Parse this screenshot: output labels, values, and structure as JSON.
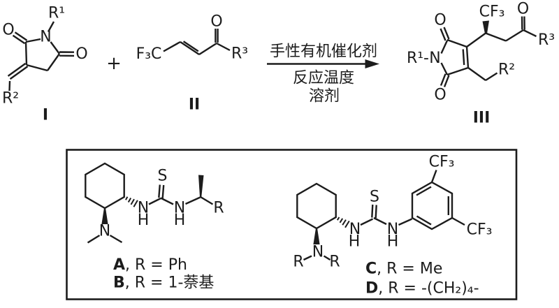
{
  "ink_color": "#1c1c1c",
  "background_color": "#ffffff",
  "reaction": {
    "plus": "+",
    "arrow": {
      "above": "手性有机催化剂",
      "below_line1": "反应温度",
      "below_line2": "溶剂"
    },
    "compound_I": {
      "label": "I",
      "atoms": {
        "o_left": "O",
        "o_right": "O",
        "n": "N",
        "r1": "R¹",
        "r2": "R²"
      }
    },
    "compound_II": {
      "label": "II",
      "atoms": {
        "f3c": "F₃C",
        "o": "O",
        "r3": "R³"
      }
    },
    "compound_III": {
      "label": "III",
      "atoms": {
        "r1": "R¹-",
        "n": "N",
        "o_top": "O",
        "o_bottom": "O",
        "cf3": "CF₃",
        "o_ketone": "O",
        "r3": "R³",
        "r2": "R²"
      }
    }
  },
  "catalyst_box": {
    "left": {
      "atoms": {
        "s": "S",
        "nh1_n": "N",
        "nh1_h": "H",
        "nh2_n": "N",
        "nh2_h": "H",
        "r": "R",
        "n_amine": "N"
      },
      "entries": [
        {
          "letter": "A",
          "rest": ", R = Ph"
        },
        {
          "letter": "B",
          "rest": ", R = 1-萘基"
        }
      ]
    },
    "right": {
      "atoms": {
        "s": "S",
        "nh1_n": "N",
        "nh1_h": "H",
        "nh2_n": "N",
        "nh2_h": "H",
        "cf3_top": "CF₃",
        "cf3_right": "CF₃",
        "n_amine": "N",
        "r_left": "R",
        "r_right": "R"
      },
      "entries": [
        {
          "letter": "C",
          "rest": ", R = Me"
        },
        {
          "letter": "D",
          "rest": ", R = -(CH₂)₄-"
        }
      ]
    }
  }
}
